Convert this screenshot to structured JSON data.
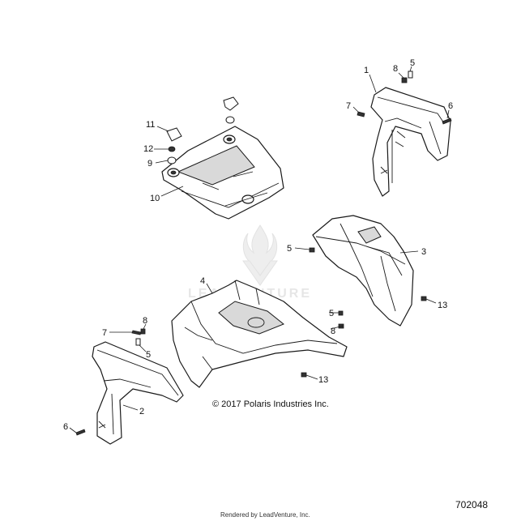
{
  "diagram": {
    "callouts": [
      {
        "label": "1"
      },
      {
        "label": "8"
      },
      {
        "label": "5"
      },
      {
        "label": "7"
      },
      {
        "label": "6"
      },
      {
        "label": "11"
      },
      {
        "label": "12"
      },
      {
        "label": "9"
      },
      {
        "label": "10"
      },
      {
        "label": "5"
      },
      {
        "label": "3"
      },
      {
        "label": "4"
      },
      {
        "label": "13"
      },
      {
        "label": "5"
      },
      {
        "label": "8"
      },
      {
        "label": "7"
      },
      {
        "label": "8"
      },
      {
        "label": "5"
      },
      {
        "label": "13"
      },
      {
        "label": "2"
      },
      {
        "label": "6"
      }
    ],
    "copyright": "© 2017 Polaris Industries Inc.",
    "part_number": "702048",
    "watermark": "LEADVENTURE",
    "footer": "Rendered by LeadVenture, Inc."
  }
}
